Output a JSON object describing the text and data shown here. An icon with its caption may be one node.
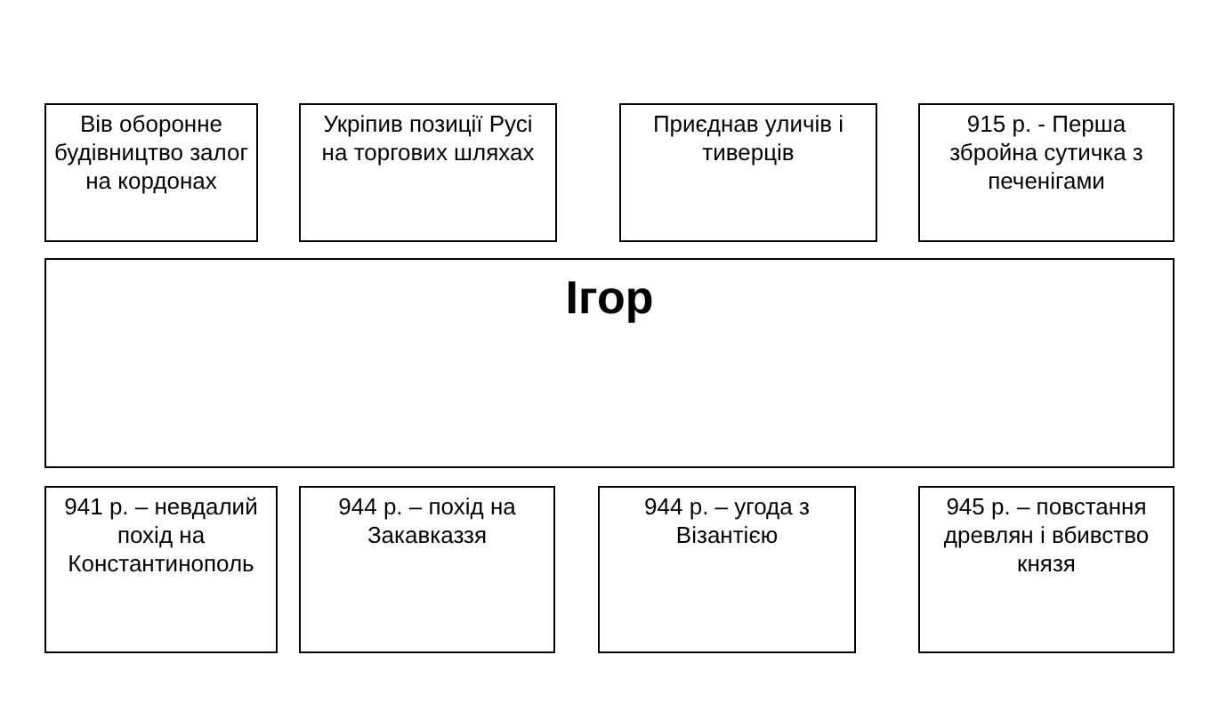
{
  "diagram": {
    "nodes": [
      {
        "text": [
          "Вів оборонне будівництво залог на кордонах"
        ]
      },
      {
        "text": [
          "Укріпив позиції Русі на торгових шляхах"
        ]
      },
      {
        "text": [
          "Приєднав уличів і тиверців"
        ]
      },
      {
        "text": [
          "915 р. - Перша збройна сутичка з печенігами"
        ]
      },
      {
        "text": [
          "Ігор"
        ]
      },
      {
        "text": [
          "941 р. – невдалий похід на Константинополь"
        ]
      },
      {
        "text": [
          "944 р. – похід на Закавказзя"
        ]
      },
      {
        "text": [
          "944 р. – угода з Візантією"
        ]
      },
      {
        "text": [
          "945 р. – повстання древлян і вбивство князя"
        ]
      }
    ]
  }
}
